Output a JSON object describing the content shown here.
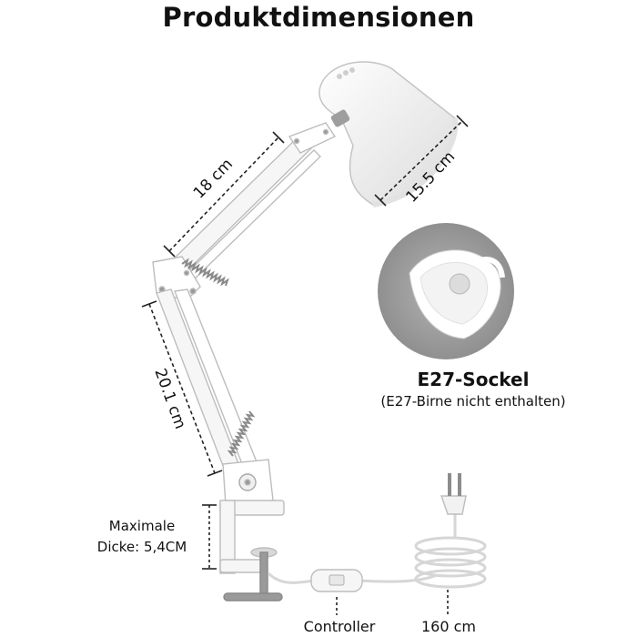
{
  "title": "Produktdimensionen",
  "dimensions": {
    "upper_arm": "18 cm",
    "lamp_head": "15.5 cm",
    "lower_arm": "20.1 cm"
  },
  "socket": {
    "title": "E27-Sockel",
    "subtitle": "(E27-Birne nicht enthalten)"
  },
  "clamp": {
    "line1": "Maximale",
    "line2": "Dicke: 5,4CM"
  },
  "controller_label": "Controller",
  "cable_label": "160 cm",
  "colors": {
    "background": "#ffffff",
    "lamp": "#f4f4f4",
    "outline": "#bdbdbd",
    "text": "#111111",
    "zoom_circle": "#9a9a9a"
  }
}
